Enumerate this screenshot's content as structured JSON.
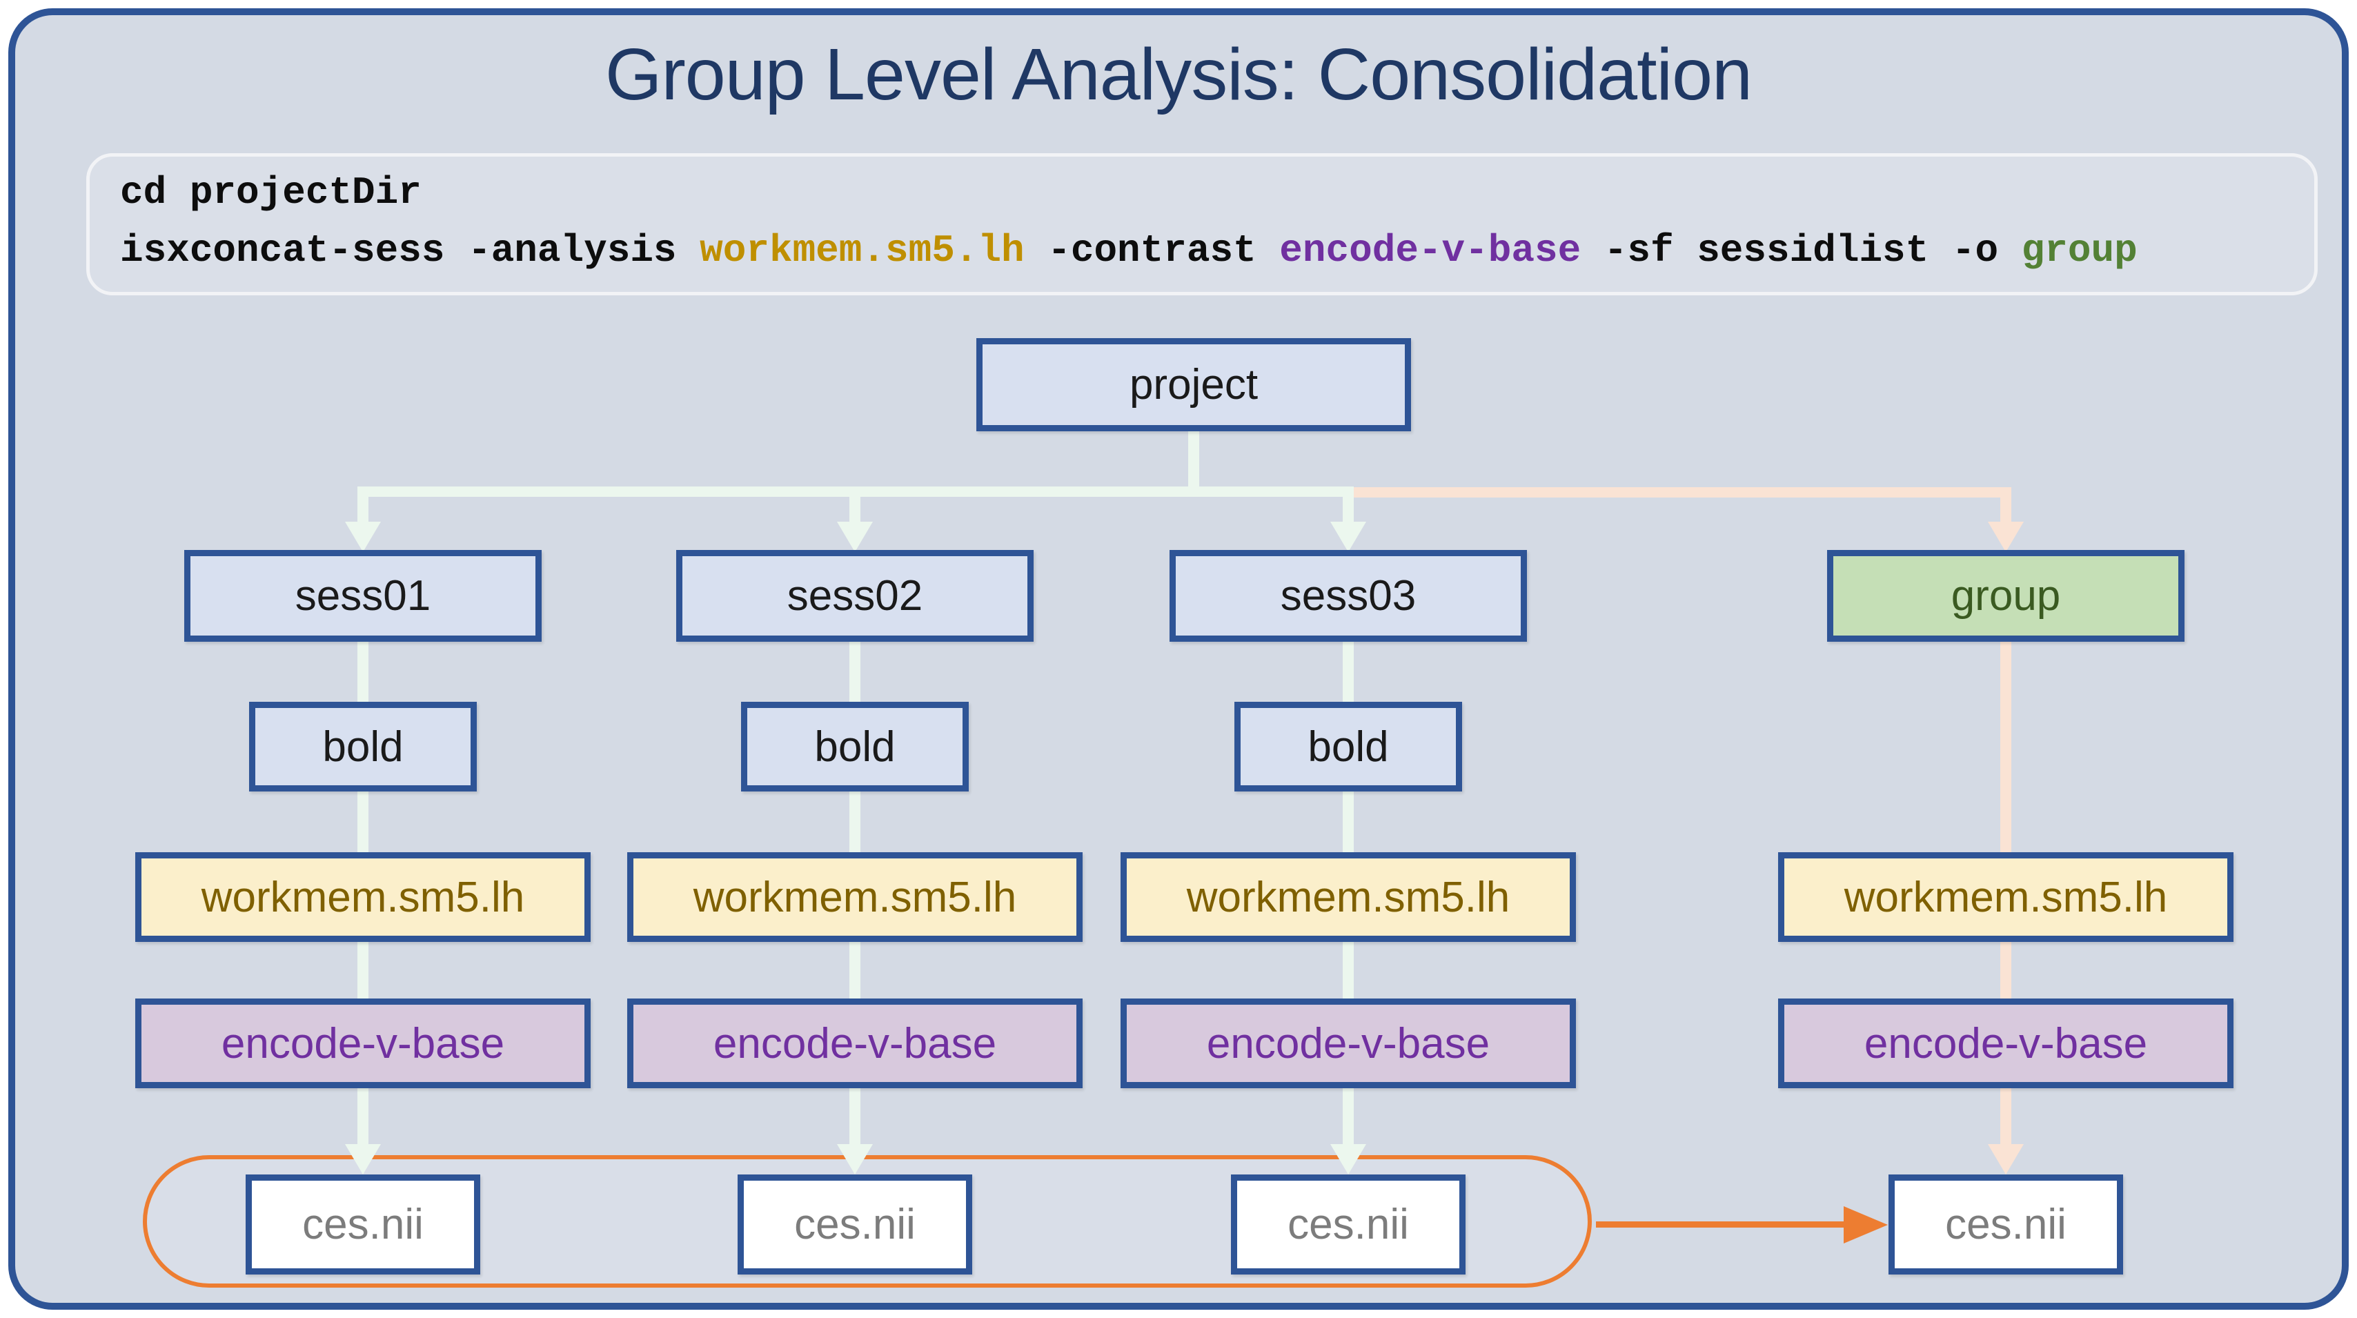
{
  "title": "Group Level Analysis: Consolidation",
  "code": {
    "line1": "cd projectDir",
    "line2_tokens": [
      {
        "text": "isxconcat-sess -analysis ",
        "color": "default"
      },
      {
        "text": "workmem.sm5.lh",
        "color": "gold"
      },
      {
        "text": " -contrast ",
        "color": "default"
      },
      {
        "text": "encode-v-base",
        "color": "purple"
      },
      {
        "text": " -sf sessidlist -o ",
        "color": "default"
      },
      {
        "text": "group",
        "color": "green"
      }
    ]
  },
  "diagram": {
    "root_label": "project",
    "columns": [
      {
        "session": "sess01",
        "bold": "bold",
        "analysis": "workmem.sm5.lh",
        "contrast": "encode-v-base",
        "result": "ces.nii"
      },
      {
        "session": "sess02",
        "bold": "bold",
        "analysis": "workmem.sm5.lh",
        "contrast": "encode-v-base",
        "result": "ces.nii"
      },
      {
        "session": "sess03",
        "bold": "bold",
        "analysis": "workmem.sm5.lh",
        "contrast": "encode-v-base",
        "result": "ces.nii"
      }
    ],
    "group": {
      "session": "group",
      "analysis": "workmem.sm5.lh",
      "contrast": "encode-v-base",
      "result": "ces.nii"
    }
  },
  "colors": {
    "c-bg": "#D4DAE4",
    "c-border": "#2E5496",
    "c-title": "#1F3864",
    "c-black": "#0D0D0D",
    "c-box-blue": "#D8E0F0",
    "c-green-box": "#C5DFB6",
    "c-green-text": "#3A5A21",
    "c-gold-box": "#FBEFCB",
    "c-gold-text": "#7F6000",
    "c-gold-code": "#BF8F00",
    "c-purple-box": "#D8C9DD",
    "c-purple": "#7030A0",
    "c-code-green": "#538135",
    "c-gray-text": "#7C7C7C",
    "c-arrow-green": "#ECF7EE",
    "c-arrow-peach": "#FAE3D4",
    "c-orange": "#ED7D31",
    "c-codeblock-bg": "#DADFE8",
    "c-codeblock-border": "#F2F3F6",
    "c-container-bg": "#D9DEE8"
  }
}
